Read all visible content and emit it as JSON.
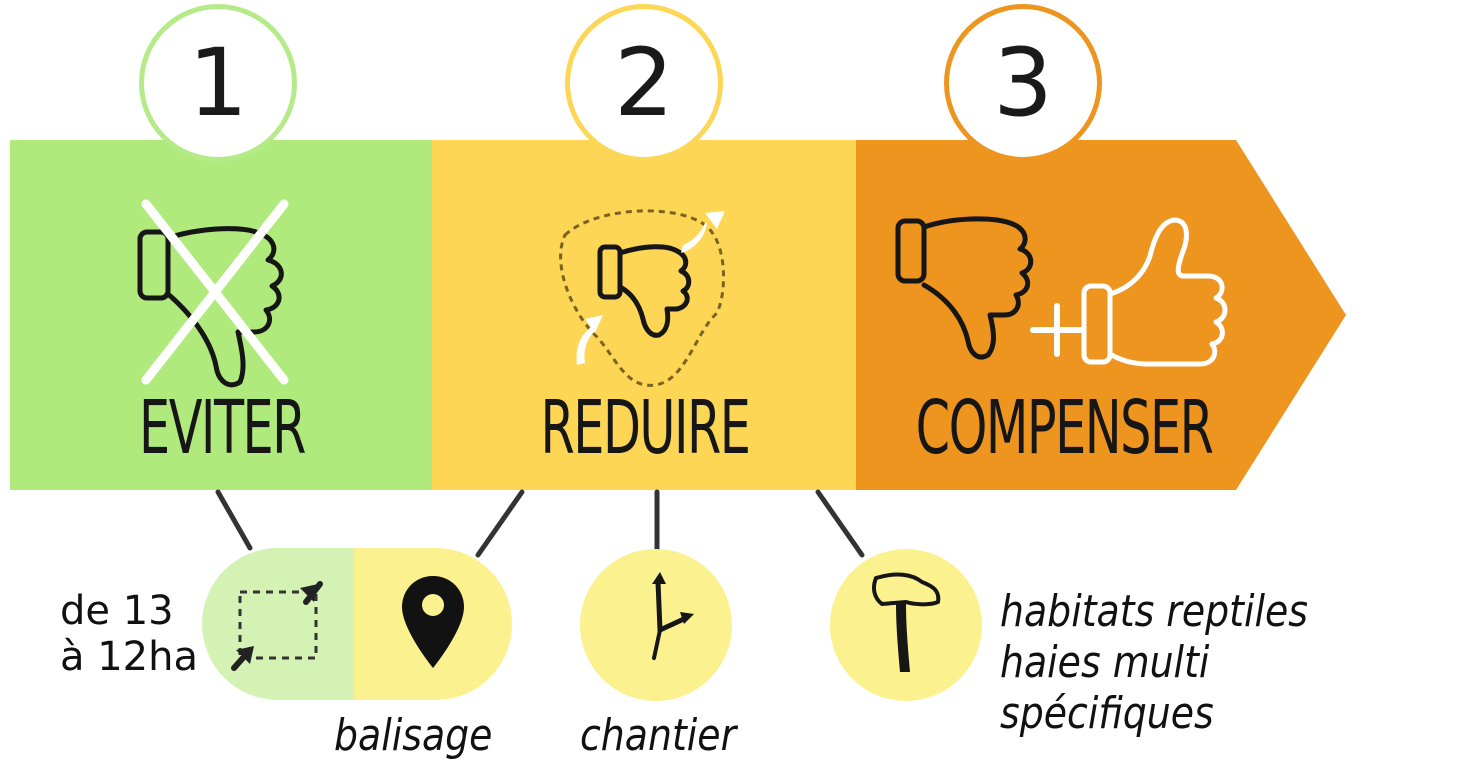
{
  "steps": [
    {
      "number": "1",
      "label": "EVITER"
    },
    {
      "number": "2",
      "label": "REDUIRE"
    },
    {
      "number": "3",
      "label": "COMPENSER"
    }
  ],
  "measures": {
    "area": {
      "line1": "de 13",
      "line2": "à 12ha"
    },
    "balisage": "balisage",
    "chantier": "chantier",
    "habitats": {
      "line1": "habitats reptiles",
      "line2": "haies multi spécifiques"
    }
  },
  "colors": {
    "green": "#b1ea7c",
    "yellow": "#fcd654",
    "orange": "#ee951f",
    "pale_green": "#d4f2b4",
    "pale_yellow": "#fcf18f"
  },
  "icons": [
    "thumb-down-icon",
    "cross-icon",
    "thumb-up-icon",
    "dashed-area-icon",
    "map-pin-icon",
    "direction-arrows-icon",
    "hammer-icon"
  ]
}
